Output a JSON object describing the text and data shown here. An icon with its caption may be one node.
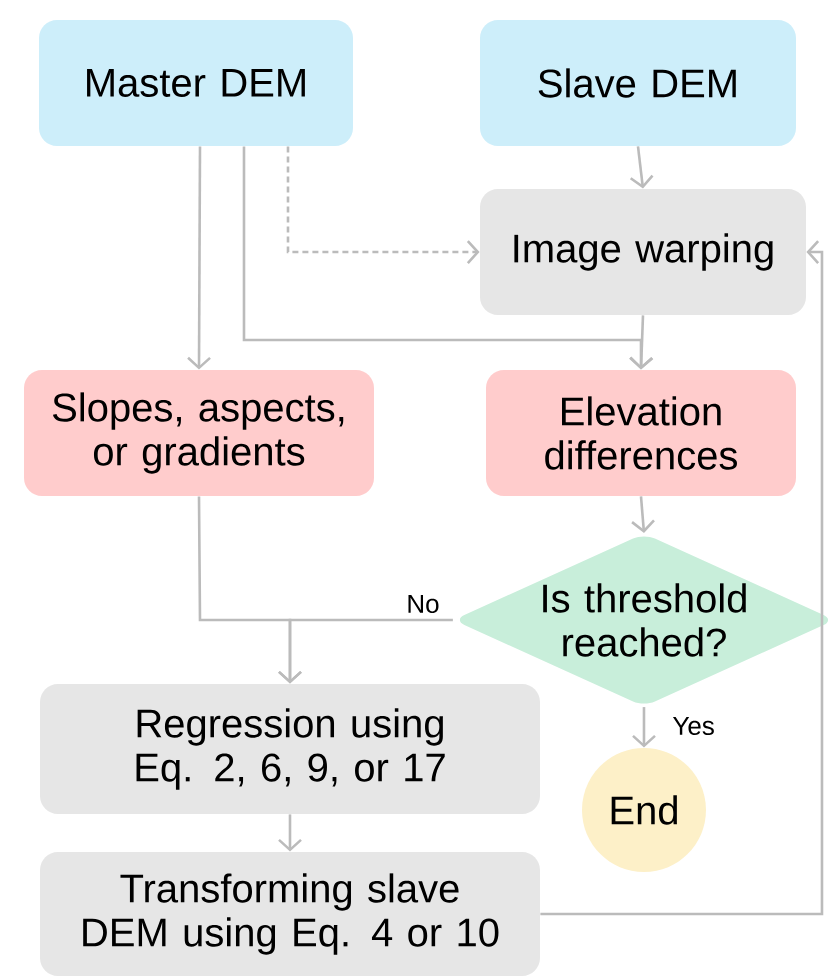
{
  "diagram": {
    "nodes": [
      {
        "text": [
          "Master DEM"
        ]
      },
      {
        "text": [
          "Slave DEM"
        ]
      },
      {
        "text": [
          "Image warping"
        ]
      },
      {
        "text": [
          "Slopes, aspects, or gradients"
        ]
      },
      {
        "text": [
          "Elevation differences"
        ]
      },
      {
        "text": [
          "Is threshold reached?"
        ]
      },
      {
        "text": [
          "Regression using Eq. 2, 6, 9, or 17"
        ]
      },
      {
        "text": [
          "Transforming slave DEM using Eq. 4 or 10"
        ]
      },
      {
        "text": [
          "End"
        ]
      }
    ],
    "edges": [
      {
        "from": 0,
        "to": 3,
        "arrow": "to"
      },
      {
        "from": 0,
        "to": 4,
        "arrow": "to"
      },
      {
        "from": 0,
        "to": 2,
        "arrow": "to",
        "style": "dashed"
      },
      {
        "from": 1,
        "to": 2,
        "arrow": "to"
      },
      {
        "from": 2,
        "to": 4,
        "arrow": "to"
      },
      {
        "from": 4,
        "to": 5,
        "arrow": "to"
      },
      {
        "from": 3,
        "to": 6,
        "arrow": "to"
      },
      {
        "from": 5,
        "to": 6,
        "arrow": "to",
        "label": "No"
      },
      {
        "from": 5,
        "to": 8,
        "arrow": "to",
        "label": "Yes"
      },
      {
        "from": 6,
        "to": 7,
        "arrow": "to"
      },
      {
        "from": 7,
        "to": 2,
        "arrow": "to"
      }
    ]
  }
}
